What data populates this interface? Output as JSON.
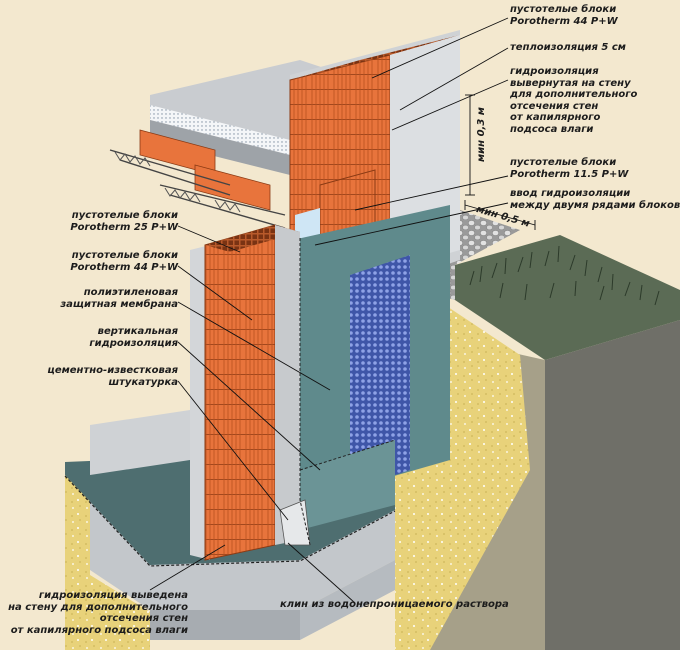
{
  "labels": {
    "blocks_44_top": [
      "пустотелые блоки",
      "Porotherm 44 P+W"
    ],
    "insulation": [
      "теплоизоляция 5 см"
    ],
    "waterproof_turned": [
      "гидроизоляция",
      "вывернутая на стену",
      "для дополнительного",
      "отсечения стен",
      "от капилярного",
      "подсоса влаги"
    ],
    "blocks_115": [
      "пустотелые блоки",
      "Porotherm 11.5 P+W"
    ],
    "waterproof_between": [
      "ввод гидроизоляции",
      "между двумя рядами блоков"
    ],
    "blocks_25": [
      "пустотелые блоки",
      "Porotherm 25 P+W"
    ],
    "blocks_44_left": [
      "пустотелые блоки",
      "Porotherm 44 P+W"
    ],
    "membrane": [
      "полиэтиленовая",
      "защитная мембрана"
    ],
    "vertical_wp": [
      "вертикальная",
      "гидроизоляция"
    ],
    "plaster": [
      "цементно-известковая",
      "штукатурка"
    ],
    "bottom_wp": [
      "гидроизоляция выведена",
      "на стену для дополнительного",
      "отсечения стен",
      "от капилярного подсоса влаги"
    ],
    "wedge": [
      "клин из водонепроницаемого раствора"
    ]
  },
  "dimensions": {
    "min_03": "мин 0,3 м",
    "min_05": "мин 0,5 м"
  },
  "colors": {
    "background": "#f3e8cf",
    "brick": "#e8743c",
    "concrete": "#c9ccd0",
    "waterproofing": "#5f8a8c",
    "membrane": "#4a63b8",
    "sand": "#e8d27a",
    "soil": "#a6a089",
    "grass": "#5b6b55",
    "gravel": "#cfcfcf",
    "leader": "#111111"
  }
}
